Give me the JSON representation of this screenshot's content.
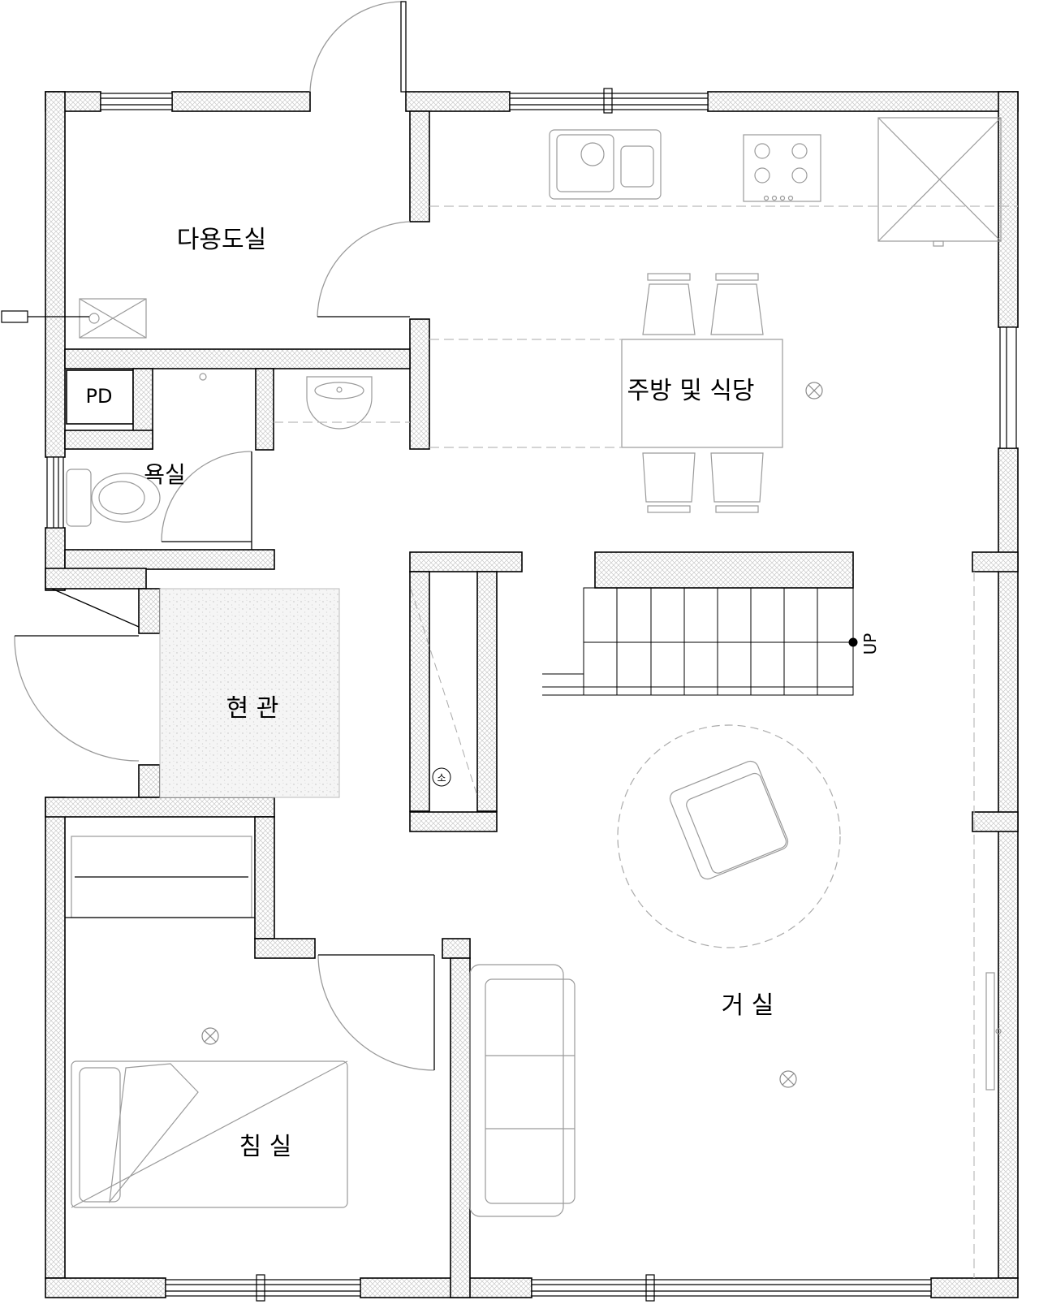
{
  "rooms": {
    "utility": "다용도실",
    "bath": "욕실",
    "pd": "PD",
    "kitchen": "주방 및 식당",
    "entrance": "현 관",
    "living": "거 실",
    "bedroom": "침 실"
  },
  "symbols": {
    "up_mark": "UP",
    "extinguisher_mark": "소"
  }
}
